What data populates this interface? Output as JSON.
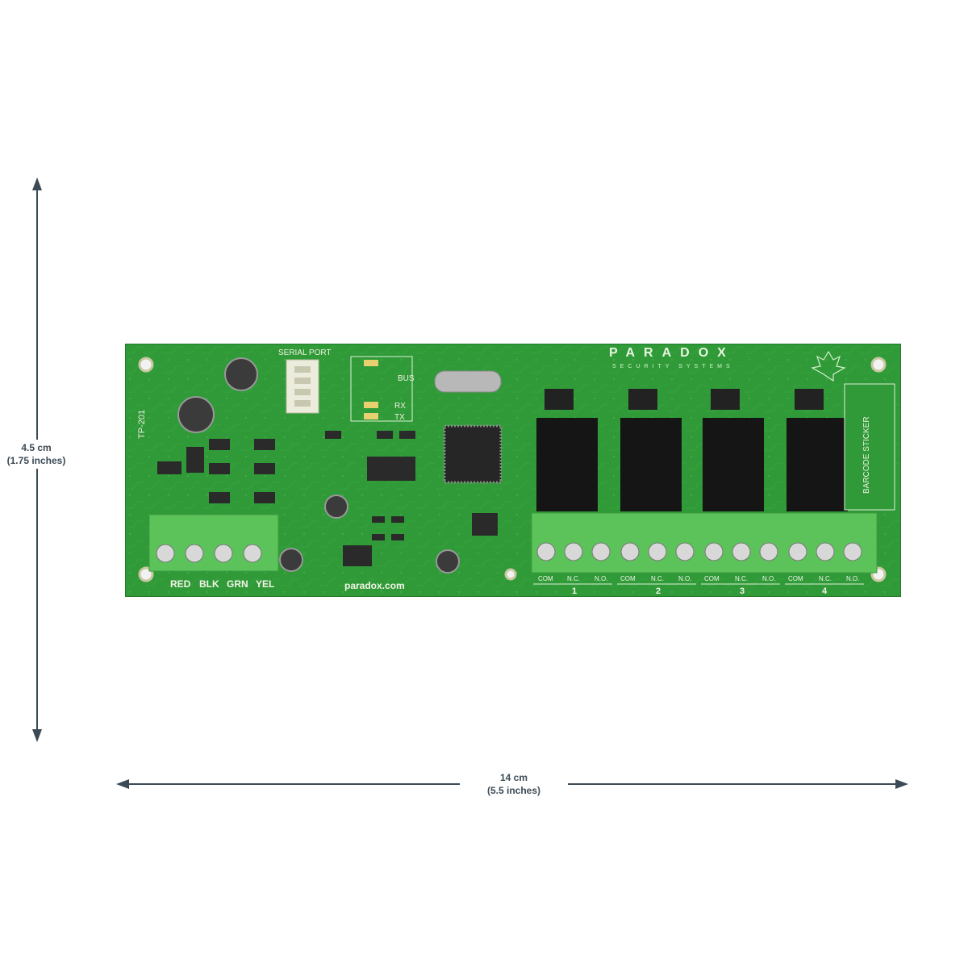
{
  "dimensions": {
    "height": {
      "value": "4.5 cm",
      "sub": "(1.75 inches)"
    },
    "width": {
      "value": "14 cm",
      "sub": "(5.5 inches)"
    }
  },
  "board": {
    "brand": "PARADOX",
    "brand_sub": "SECURITY SYSTEMS",
    "url": "paradox.com",
    "model": "TP-201",
    "serial_label": "SERIAL PORT",
    "bus_label": "BUS",
    "rx_label": "RX",
    "tx_label": "TX",
    "barcode_label": "BARCODE STICKER",
    "power_terminals": [
      "RED",
      "BLK",
      "GRN",
      "YEL"
    ],
    "relay_contacts": [
      "COM",
      "N.C.",
      "N.O."
    ],
    "relay_numbers": [
      "1",
      "2",
      "3",
      "4"
    ]
  },
  "colors": {
    "pcb": "#2f9a37",
    "arrow": "#3b4a55",
    "terminal": "#5cc35a"
  }
}
